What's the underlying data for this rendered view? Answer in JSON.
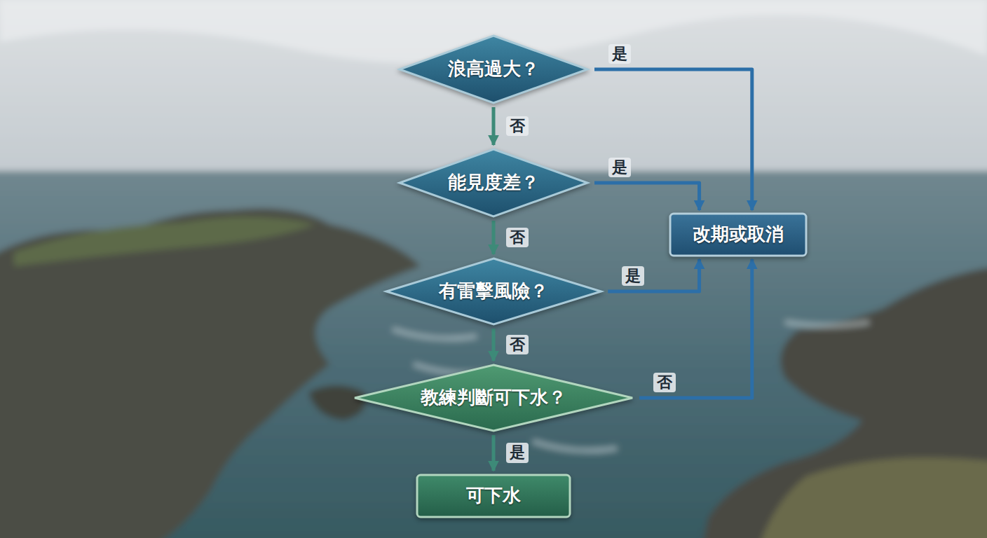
{
  "diagram": {
    "nodes": [
      {
        "text": [
          "浪高過大？"
        ]
      },
      {
        "text": [
          "能見度差？"
        ]
      },
      {
        "text": [
          "改期或取消"
        ]
      },
      {
        "text": [
          "有雷擊風險？"
        ]
      },
      {
        "text": [
          "教練判斷可下水？"
        ]
      },
      {
        "text": [
          "可下水"
        ]
      }
    ],
    "edges": [
      {
        "from": 0,
        "to": 1,
        "label": "否",
        "arrow": "to"
      },
      {
        "from": 1,
        "to": 3,
        "label": "否",
        "arrow": "to"
      },
      {
        "from": 3,
        "to": 4,
        "label": "否",
        "arrow": "to"
      },
      {
        "from": 4,
        "to": 5,
        "label": "是",
        "arrow": "to"
      },
      {
        "from": 0,
        "to": 2,
        "label": "是",
        "arrow": "to"
      },
      {
        "from": 1,
        "to": 2,
        "label": "是",
        "arrow": "to"
      },
      {
        "from": 3,
        "to": 2,
        "label": "是",
        "arrow": "to"
      },
      {
        "from": 4,
        "to": 2,
        "label": "否",
        "arrow": "to"
      }
    ]
  }
}
